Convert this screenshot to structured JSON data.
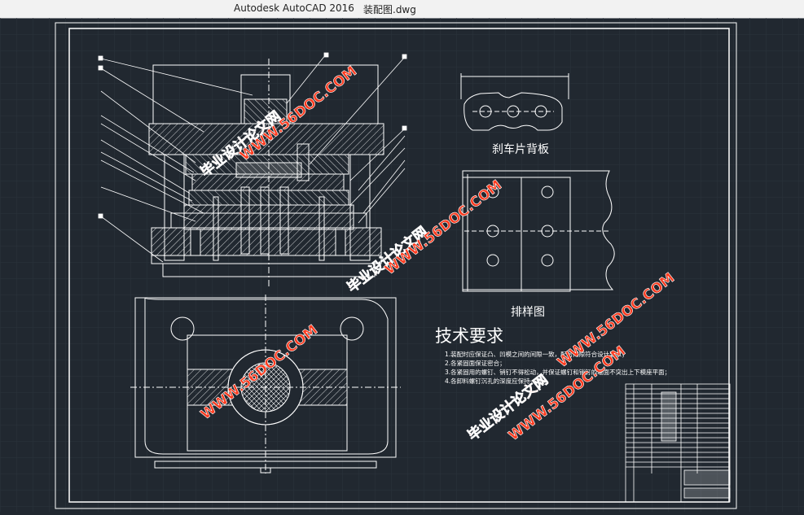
{
  "window": {
    "app_title": "Autodesk AutoCAD 2016",
    "document_title": "装配图.dwg"
  },
  "drawing": {
    "view_label_brake_pad": "刹车片背板",
    "view_label_layout": "排样图",
    "tech_req_title": "技术要求",
    "tech_req_items": [
      "1.装配时应保证凸、凹模之间的间隙一致，配合间隙符合设计要求；",
      "2.各紧固面保证密合；",
      "3.各紧固用的螺钉、销钉不得松动，并保证螺钉和销钉的端面不突出上下模座平面；",
      "4.各卸料螺钉沉孔的深度应保持一致。"
    ],
    "watermarks": [
      "毕业设计论文网",
      "WWW.56DOC.COM"
    ]
  },
  "colors": {
    "background": "#212830",
    "lines": "#ffffff",
    "watermark": "#ff3b1f"
  }
}
